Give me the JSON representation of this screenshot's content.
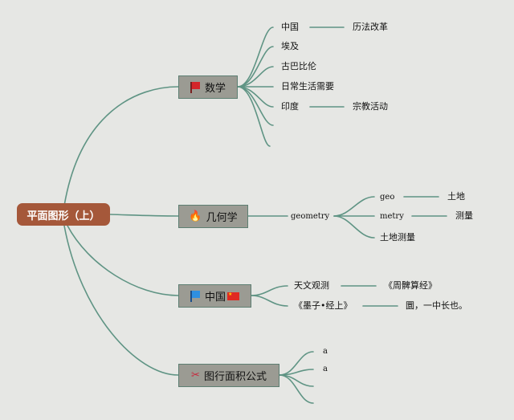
{
  "root": {
    "label": "平面图形（上）"
  },
  "topics": {
    "math": {
      "label": "数学",
      "icon": "red-flag-icon"
    },
    "geometry": {
      "label": "几何学",
      "icon": "fire-icon"
    },
    "china": {
      "label": "中国",
      "icon": "blue-flag-icon",
      "trailing_icon": "china-flag-icon"
    },
    "area": {
      "label": "图行面积公式",
      "icon": "tools-icon"
    }
  },
  "math": {
    "china": "中国",
    "china_detail": "历法改革",
    "egypt": "埃及",
    "babylon": "古巴比伦",
    "daily": "日常生活需要",
    "india": "印度",
    "india_detail": "宗教活动"
  },
  "geometry": {
    "word": "geometry",
    "geo": "geo",
    "geo_meaning": "土地",
    "metry": "metry",
    "metry_meaning": "测量",
    "land_measure": "土地测量"
  },
  "china": {
    "astronomy": "天文观测",
    "book1": "《周髀算经》",
    "book2": "《墨子•经上》",
    "quote": "圜，一中长也。"
  },
  "area": {
    "a1": "a",
    "a2": "a"
  },
  "colors": {
    "connector": "#5f9484",
    "root_fill": "#a5583a",
    "topic_fill": "#9b9b93",
    "background": "#e6e7e4"
  }
}
